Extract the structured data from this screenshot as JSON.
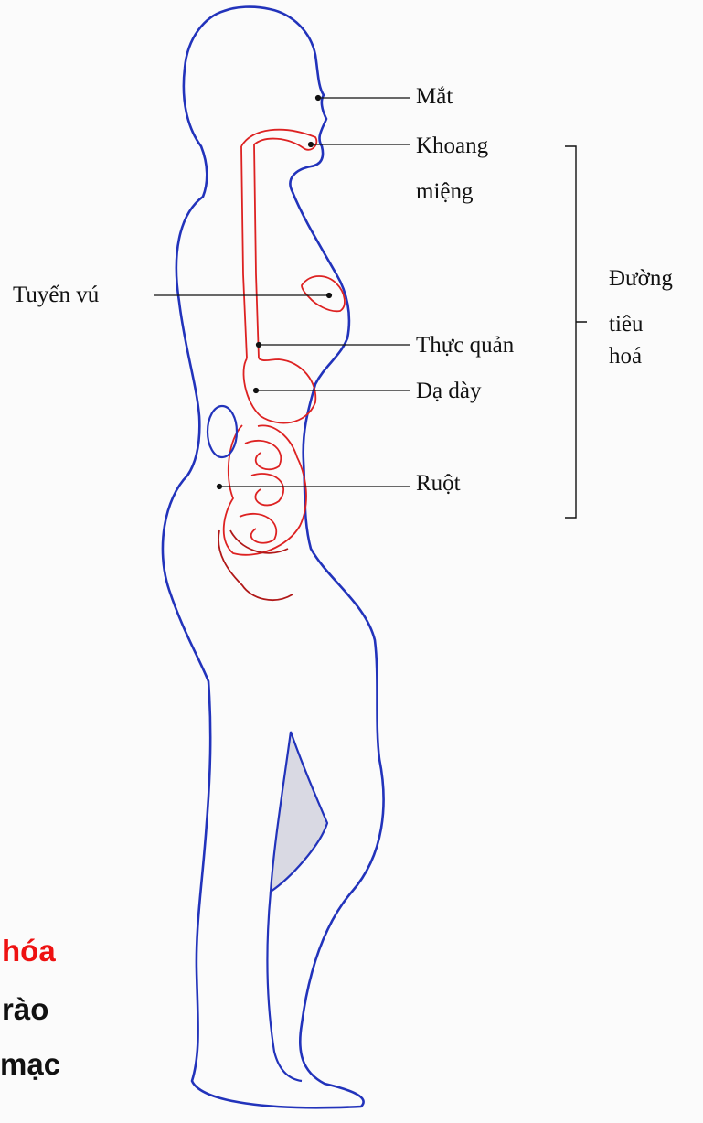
{
  "labels": {
    "mat": "Mắt",
    "khoang": "Khoang",
    "mieng": "miệng",
    "tuyen_vu": "Tuyến vú",
    "thuc_quan": "Thực quản",
    "da_day": "Dạ dày",
    "ruot": "Ruột",
    "duong": "Đường",
    "tieu": "tiêu",
    "hoa": "hoá"
  },
  "overlay_text": {
    "line1": "hóa",
    "line2": "rào",
    "line3": "mạc"
  },
  "colors": {
    "body_outline": "#2233bb",
    "organs": "#dd2222",
    "overlay_highlight": "#ee1111",
    "overlay_text": "#111111",
    "leader_lines": "#111111",
    "background": "#fbfbfb"
  }
}
